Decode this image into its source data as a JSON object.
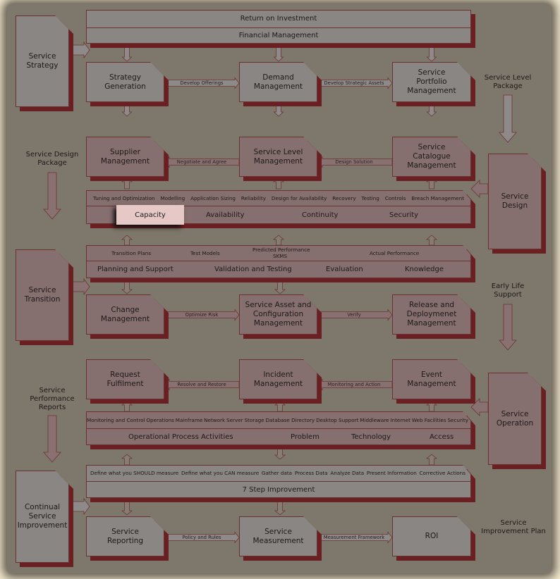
{
  "strategy": {
    "phase": "Service Strategy",
    "bar_rows": [
      "Return on Investment",
      "Financial Management"
    ],
    "boxes": [
      "Strategy Generation",
      "Demand Management",
      "Service Portfolio Management"
    ],
    "links": [
      "Develop Offerings",
      "Develop Strategic Assets"
    ],
    "output": "Service Level Package"
  },
  "design": {
    "phase": "Service Design",
    "boxes": [
      "Supplier Management",
      "Service Level Management",
      "Service Catalogue Management"
    ],
    "links": [
      "Negotiate and Agree",
      "Design Solution"
    ],
    "activities": [
      "Tuning and Optimization",
      "Modelling",
      "Application Sizing",
      "Reliability",
      "Design for Availability",
      "Recovery",
      "Testing",
      "Controls",
      "Breach Management"
    ],
    "processes": [
      "Capacity",
      "Availability",
      "Continuity",
      "Security"
    ],
    "highlighted": "Capacity",
    "output": "Service Design Package"
  },
  "transition": {
    "phase": "Service Transition",
    "activities": [
      "Transition Plans",
      "Test Models",
      "Predicted Performance",
      "SKMS",
      "Actual Performance"
    ],
    "processes": [
      "Planning and Support",
      "Validation and Testing",
      "Evaluation",
      "Knowledge"
    ],
    "boxes": [
      "Change Management",
      "Service Asset and Configuration Management",
      "Release and Deploymenet Management"
    ],
    "links": [
      "Optimize Risk",
      "Verify"
    ],
    "output": "Early Life Support"
  },
  "operation": {
    "phase": "Service Operation",
    "boxes": [
      "Request Fulfilment",
      "Incident Management",
      "Event Management"
    ],
    "links": [
      "Resolve and Restore",
      "Monitoring and Action"
    ],
    "activities": [
      "Monitoring and Control",
      "Operations",
      "Mainframe",
      "Network",
      "Server",
      "Storage",
      "Database Directory",
      "Desktop Support",
      "Middleware",
      "Internet",
      "Web Facilities",
      "Security"
    ],
    "processes": [
      "Operational Process Activities",
      "Problem",
      "Technology",
      "Access"
    ],
    "output": "Service Performance Reports"
  },
  "csi": {
    "phase": "Continual Service Improvement",
    "activities": [
      "Define what you SHOULD measure",
      "Define what you CAN measure",
      "Gather data",
      "Process Data",
      "Analyze Data",
      "Present Information",
      "Corrective Actions"
    ],
    "process": "7 Step Improvement",
    "boxes": [
      "Service Reporting",
      "Service Measurement",
      "ROI"
    ],
    "links": [
      "Policy and Rules",
      "Measurement Framework"
    ],
    "output": "Service Improvement Plan"
  },
  "colors": {
    "background": "#7e776b",
    "gray_box": "#8a8684",
    "mauve_box": "#866f6f",
    "shadow": "#6a1f23",
    "highlight": "#e6c9c7",
    "frame": "#f6ecd2"
  }
}
